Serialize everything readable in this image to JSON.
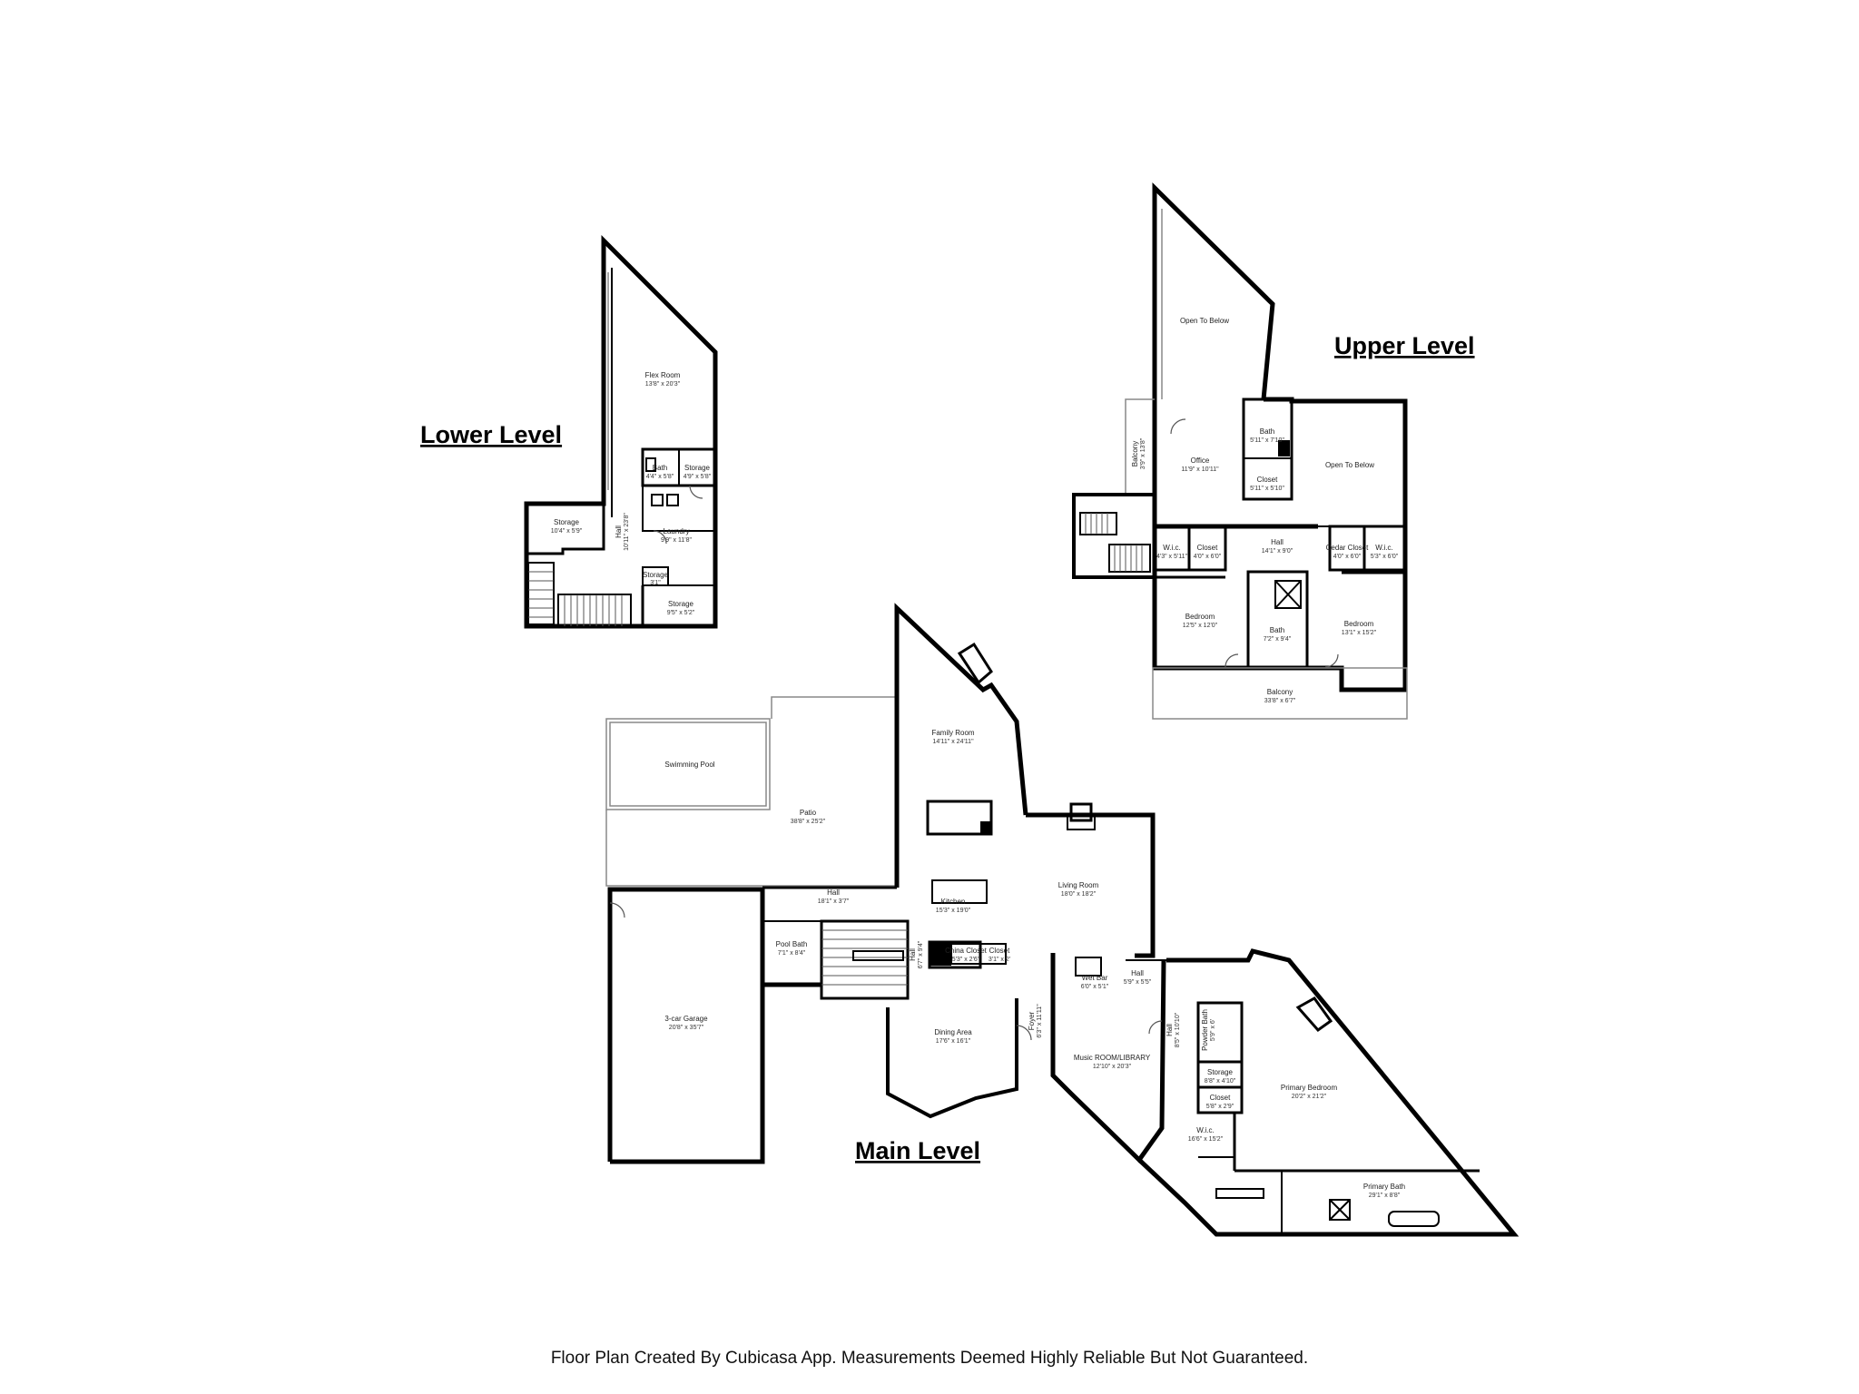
{
  "levels": {
    "lower": "Lower Level",
    "upper": "Upper Level",
    "main": "Main Level"
  },
  "rooms": {
    "lower": [
      {
        "id": "flex",
        "name": "Flex Room",
        "dim": "13'8\" x 20'3\""
      },
      {
        "id": "bath",
        "name": "Bath",
        "dim": "4'4\" x 5'8\""
      },
      {
        "id": "storage1",
        "name": "Storage",
        "dim": "4'9\" x 5'8\""
      },
      {
        "id": "storage2",
        "name": "Storage",
        "dim": "10'4\" x 5'9\""
      },
      {
        "id": "hall",
        "name": "Hall",
        "dim": "10'11\" x 23'8\""
      },
      {
        "id": "laundry",
        "name": "Laundry",
        "dim": "9'9\" x 11'8\""
      },
      {
        "id": "storage3",
        "name": "Storage",
        "dim": "3'1\""
      },
      {
        "id": "storage4",
        "name": "Storage",
        "dim": "9'5\" x 5'2\""
      }
    ],
    "upper": [
      {
        "id": "open1",
        "name": "Open To Below",
        "dim": ""
      },
      {
        "id": "open2",
        "name": "Open To Below",
        "dim": ""
      },
      {
        "id": "balcony1",
        "name": "Balcony",
        "dim": "3'9\" x 13'8\""
      },
      {
        "id": "office",
        "name": "Office",
        "dim": "11'9\" x 10'11\""
      },
      {
        "id": "bath1",
        "name": "Bath",
        "dim": "5'11\" x 7'10\""
      },
      {
        "id": "closet1",
        "name": "Closet",
        "dim": "5'11\" x 5'10\""
      },
      {
        "id": "wic1",
        "name": "W.i.c.",
        "dim": "4'3\" x 5'11\""
      },
      {
        "id": "closet2",
        "name": "Closet",
        "dim": "4'0\" x 6'0\""
      },
      {
        "id": "hall",
        "name": "Hall",
        "dim": "14'1\" x 9'0\""
      },
      {
        "id": "cedar",
        "name": "Cedar Closet",
        "dim": "4'0\" x 6'0\""
      },
      {
        "id": "wic2",
        "name": "W.i.c.",
        "dim": "5'3\" x 6'0\""
      },
      {
        "id": "bed1",
        "name": "Bedroom",
        "dim": "12'5\" x 12'0\""
      },
      {
        "id": "bath2",
        "name": "Bath",
        "dim": "7'2\" x 9'4\""
      },
      {
        "id": "bed2",
        "name": "Bedroom",
        "dim": "13'1\" x 15'2\""
      },
      {
        "id": "balcony2",
        "name": "Balcony",
        "dim": "33'8\" x 6'7\""
      }
    ],
    "main": [
      {
        "id": "pool",
        "name": "Swimming Pool",
        "dim": ""
      },
      {
        "id": "patio",
        "name": "Patio",
        "dim": "38'8\" x 25'2\""
      },
      {
        "id": "family",
        "name": "Family Room",
        "dim": "14'11\" x 24'11\""
      },
      {
        "id": "living",
        "name": "Living Room",
        "dim": "18'0\" x 18'2\""
      },
      {
        "id": "kitchen",
        "name": "Kitchen",
        "dim": "15'3\" x 19'0\""
      },
      {
        "id": "hall1",
        "name": "Hall",
        "dim": "18'1\" x 3'7\""
      },
      {
        "id": "poolbath",
        "name": "Pool Bath",
        "dim": "7'1\" x 8'4\""
      },
      {
        "id": "hall2",
        "name": "Hall",
        "dim": "6'7\" x 9'4\""
      },
      {
        "id": "china",
        "name": "China Closet",
        "dim": "5'3\" x 2'6\""
      },
      {
        "id": "closet",
        "name": "Closet",
        "dim": "3'1\" x 2'"
      },
      {
        "id": "garage",
        "name": "3-car Garage",
        "dim": "20'8\" x 35'7\""
      },
      {
        "id": "dining",
        "name": "Dining Area",
        "dim": "17'6\" x 16'1\""
      },
      {
        "id": "foyer",
        "name": "Foyer",
        "dim": "6'3\" x 11'11\""
      },
      {
        "id": "wetbar",
        "name": "Wet Bar",
        "dim": "6'0\" x 5'1\""
      },
      {
        "id": "hall3",
        "name": "Hall",
        "dim": "5'9\" x 5'5\""
      },
      {
        "id": "music",
        "name": "Music ROOM/LIBRARY",
        "dim": "12'10\" x 20'3\""
      },
      {
        "id": "hall4",
        "name": "Hall",
        "dim": "8'5\" x 10'10\""
      },
      {
        "id": "powder",
        "name": "Powder Bath",
        "dim": "5'9\" x 6'"
      },
      {
        "id": "storage",
        "name": "Storage",
        "dim": "8'8\" x 4'10\""
      },
      {
        "id": "closet2",
        "name": "Closet",
        "dim": "5'8\" x 2'9\""
      },
      {
        "id": "wic",
        "name": "W.i.c.",
        "dim": "16'6\" x 15'2\""
      },
      {
        "id": "primbed",
        "name": "Primary Bedroom",
        "dim": "20'2\" x 21'2\""
      },
      {
        "id": "primbath",
        "name": "Primary Bath",
        "dim": "29'1\" x 8'8\""
      }
    ]
  },
  "footer": "Floor Plan Created By Cubicasa App. Measurements Deemed Highly Reliable But Not Guaranteed."
}
